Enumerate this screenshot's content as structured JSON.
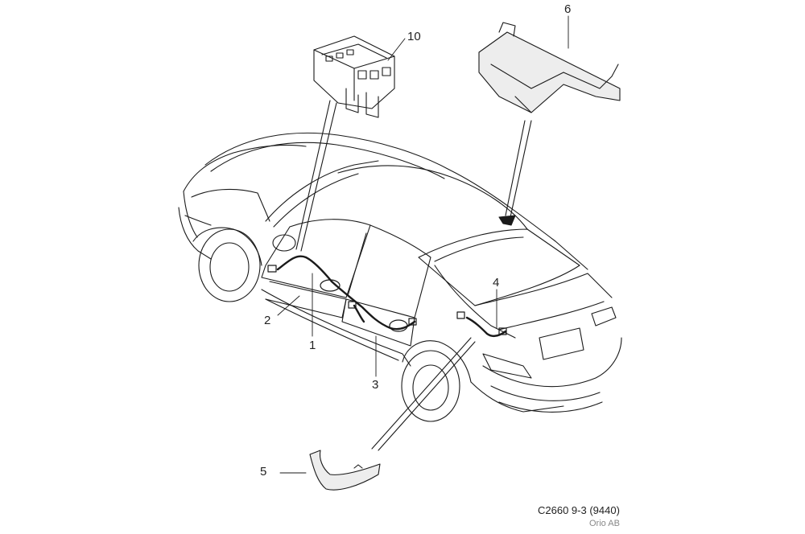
{
  "callouts": {
    "c1": "1",
    "c2": "2",
    "c3": "3",
    "c4": "4",
    "c5": "5",
    "c6": "6",
    "c10": "10"
  },
  "footer": {
    "code": "C2660 9-3 (9440)",
    "owner": "Orio AB"
  },
  "colors": {
    "line": "#1a1a1a",
    "shade": "#d9d9d9",
    "background": "#ffffff"
  }
}
